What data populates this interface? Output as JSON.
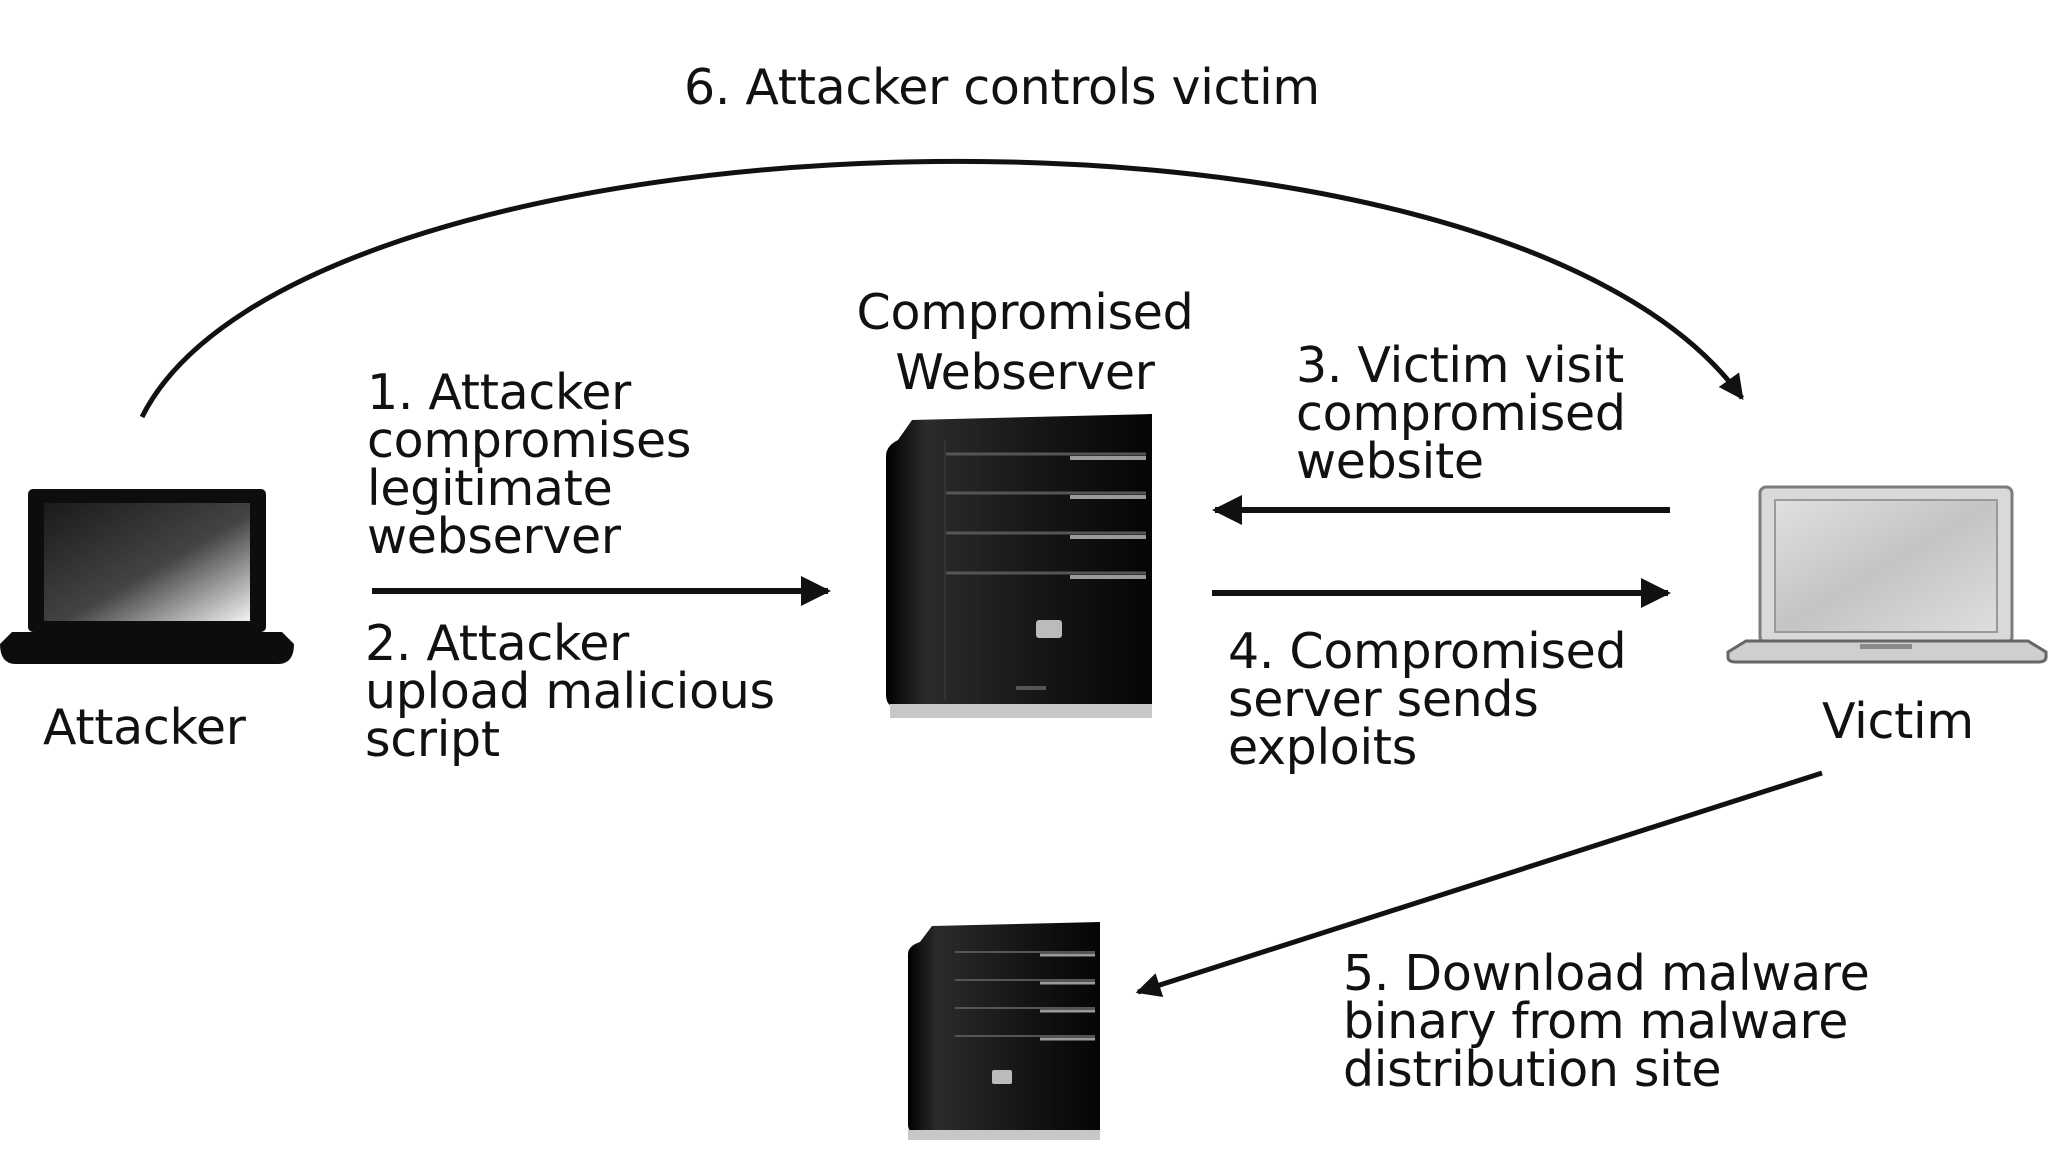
{
  "diagram": {
    "step6_label": "6. Attacker controls victim",
    "server_title_line1": "Compromised",
    "server_title_line2": "Webserver",
    "step1_lines": [
      "1. Attacker",
      "compromises",
      "legitimate",
      "webserver"
    ],
    "step2_lines": [
      "2. Attacker",
      "upload malicious",
      "script"
    ],
    "step3_lines": [
      "3. Victim visit",
      "compromised",
      "website"
    ],
    "step4_lines": [
      "4. Compromised",
      "server sends",
      "exploits"
    ],
    "step5_lines": [
      "5. Download malware",
      "binary from malware",
      "distribution site"
    ],
    "attacker_label": "Attacker",
    "victim_label": "Victim"
  },
  "icons": {
    "attacker": "laptop-icon",
    "victim": "laptop-icon",
    "compromised_server": "server-tower-icon",
    "malware_server": "server-tower-icon"
  },
  "colors": {
    "ink": "#111111",
    "background": "#ffffff"
  }
}
